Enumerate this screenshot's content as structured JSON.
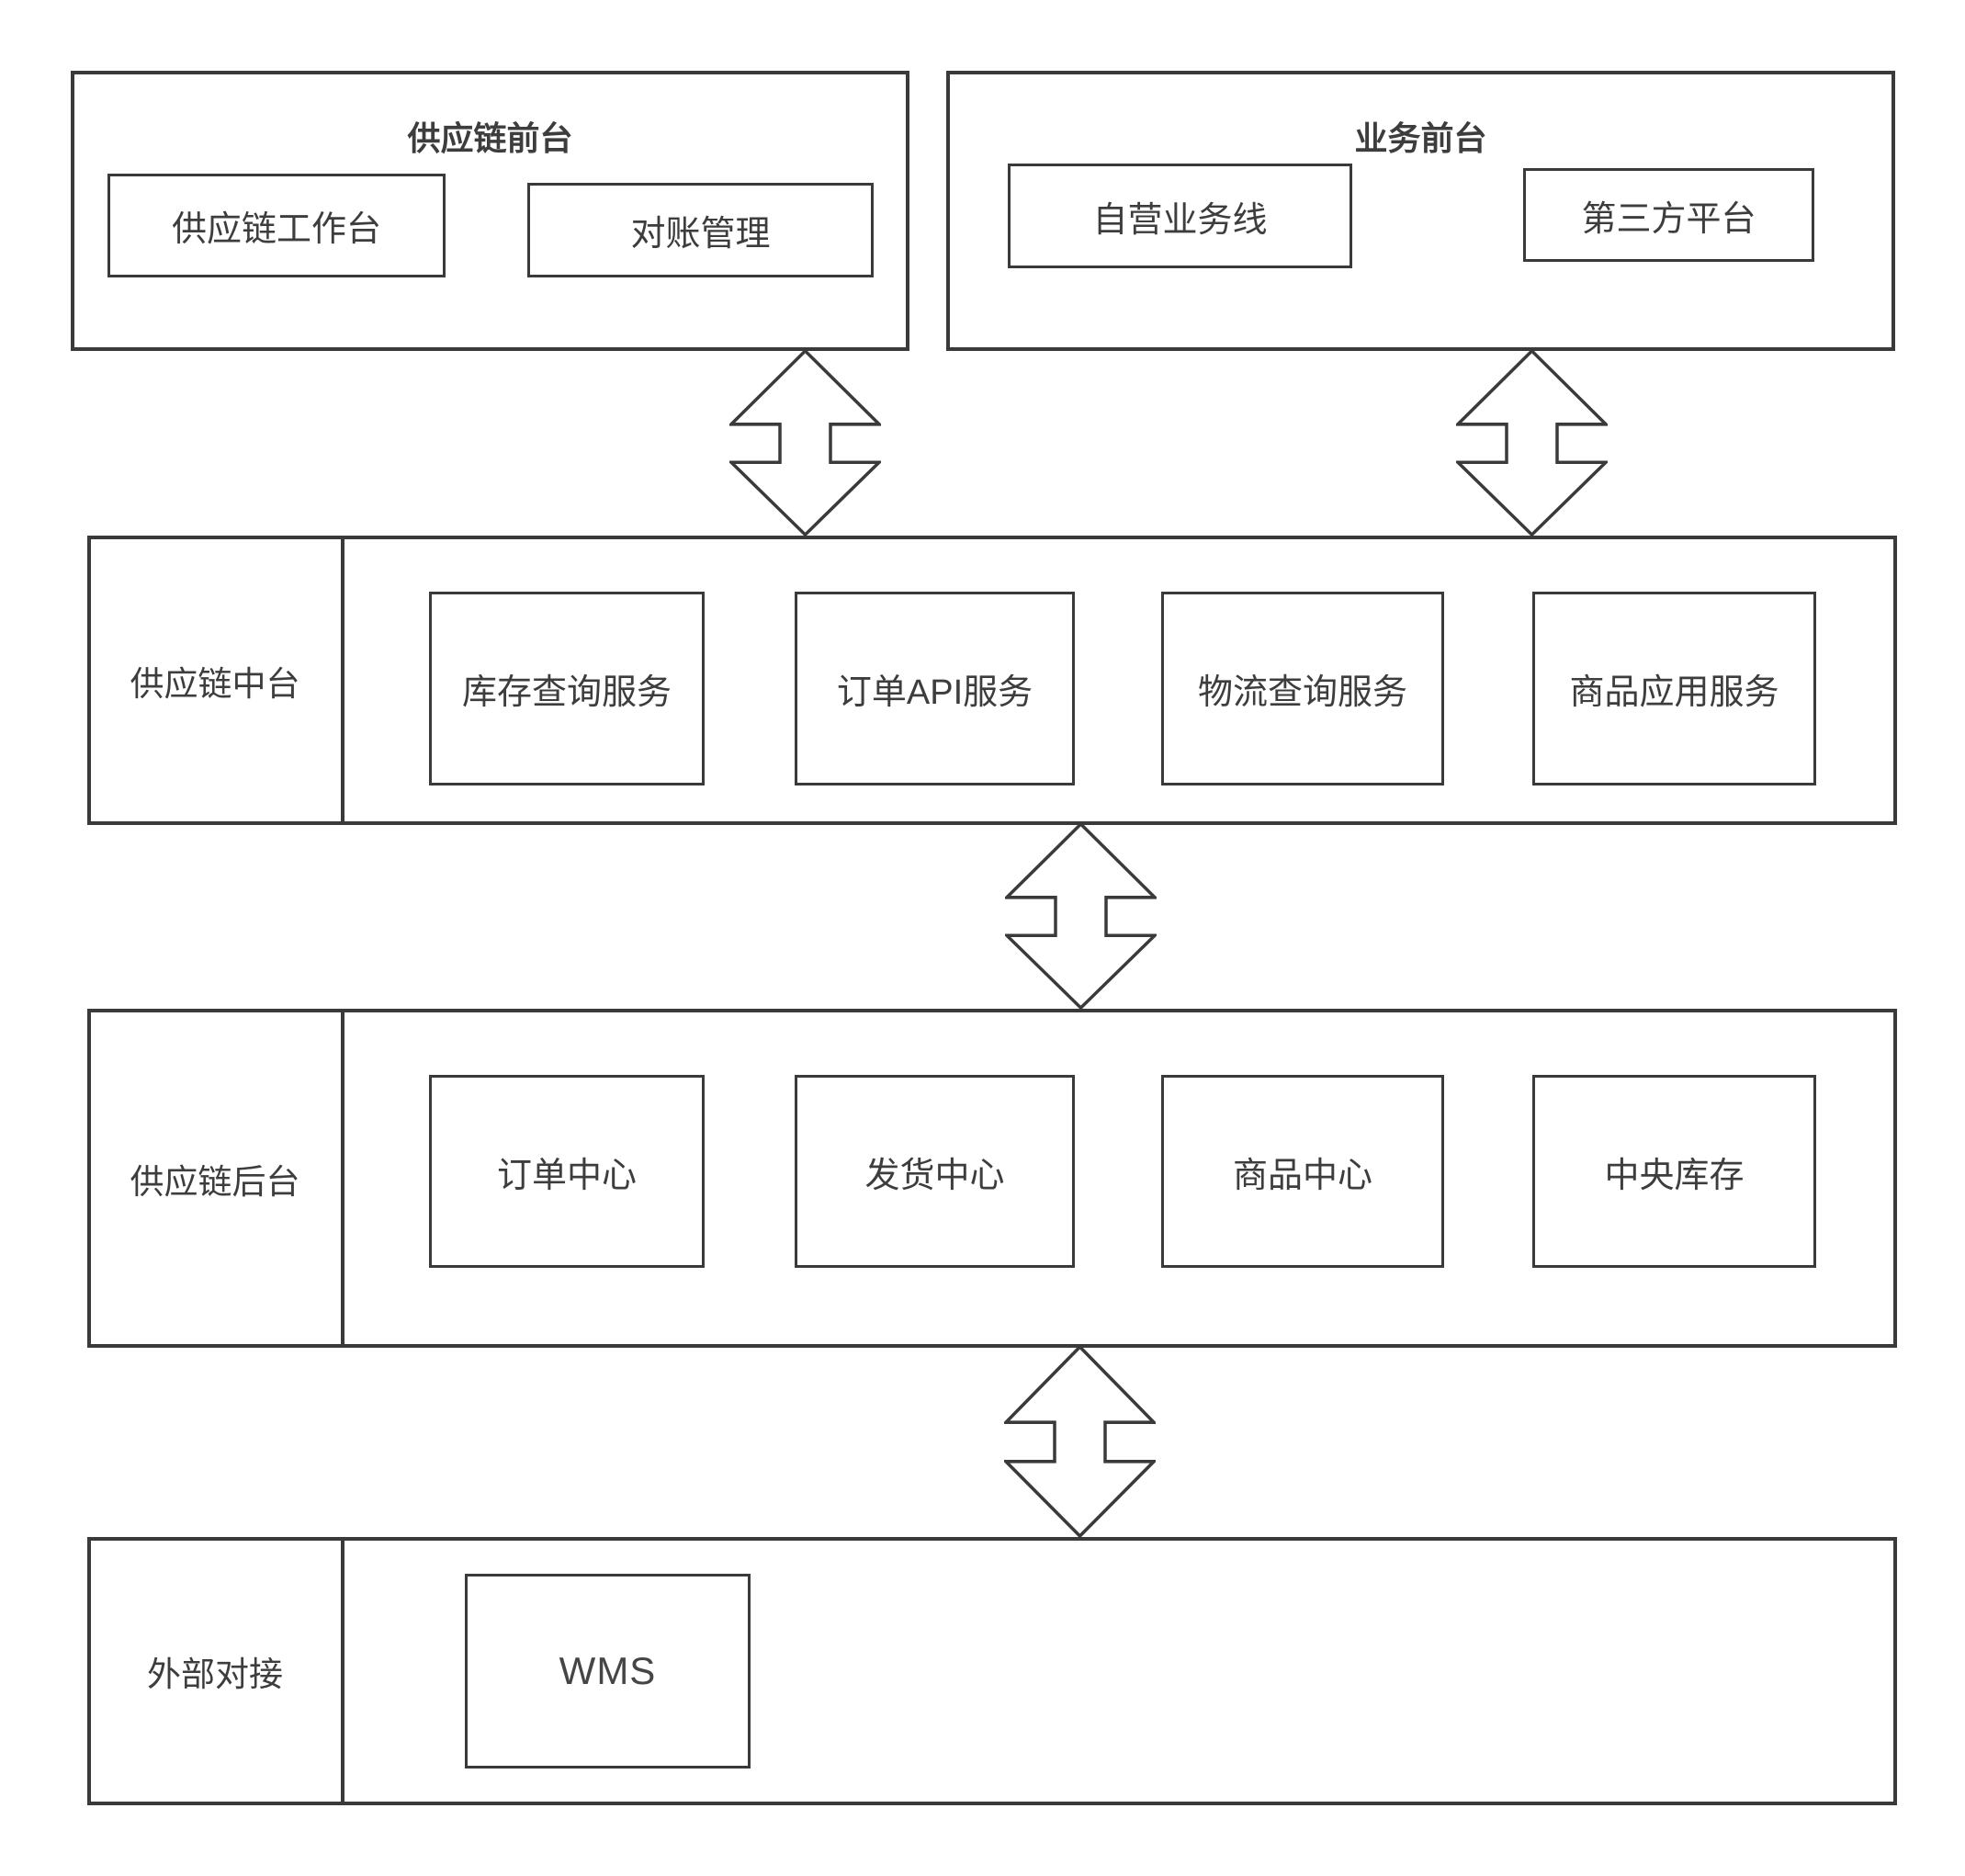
{
  "colors": {
    "background": "#ffffff",
    "line": "#3a3a3a",
    "text": "#3d3d3d"
  },
  "connector_icon": "double-arrow-vertical",
  "front_left": {
    "title": "供应链前台",
    "items": [
      "供应链工作台",
      "对账管理"
    ]
  },
  "front_right": {
    "title": "业务前台",
    "items": [
      "自营业务线",
      "第三方平台"
    ]
  },
  "middle_band": {
    "label": "供应链中台",
    "items": [
      "库存查询服务",
      "订单API服务",
      "物流查询服务",
      "商品应用服务"
    ]
  },
  "backend_band": {
    "label": "供应链后台",
    "items": [
      "订单中心",
      "发货中心",
      "商品中心",
      "中央库存"
    ]
  },
  "external_band": {
    "label": "外部对接",
    "items": [
      "WMS"
    ]
  }
}
